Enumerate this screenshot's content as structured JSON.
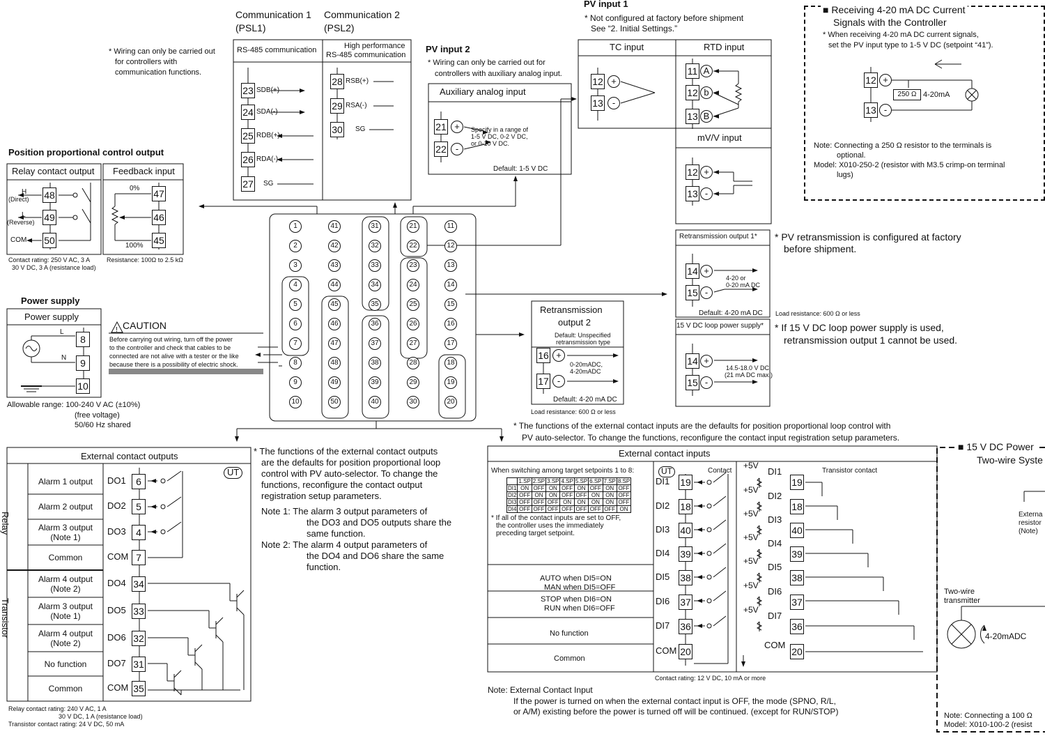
{
  "comm1": {
    "title": "Communication 1",
    "sub": "(PSL1)",
    "box_label": "RS-485 communication",
    "terms": [
      {
        "no": "23",
        "label": "SDB(+)"
      },
      {
        "no": "24",
        "label": "SDA(-)"
      },
      {
        "no": "25",
        "label": "RDB(+)"
      },
      {
        "no": "26",
        "label": "RDA(-)"
      },
      {
        "no": "27",
        "label": "SG"
      }
    ]
  },
  "comm2": {
    "title": "Communication 2",
    "sub": "(PSL2)",
    "box_label1": "High performance",
    "box_label2": "RS-485 communication",
    "terms": [
      {
        "no": "28",
        "label": "RSB(+)"
      },
      {
        "no": "29",
        "label": "RSA(-)"
      },
      {
        "no": "30",
        "label": "SG"
      }
    ]
  },
  "comm_note": [
    "* Wiring can only be carried out",
    "for controllers with",
    "communication functions."
  ],
  "pv2": {
    "title": "PV input 2",
    "note": [
      "* Wiring can only be carried out for",
      "controllers with auxiliary analog input."
    ],
    "box_title": "Auxiliary analog input",
    "spec": [
      "Specify in a range of",
      "1-5 V DC, 0-2 V DC,",
      "or 0-10 V DC."
    ],
    "default": "Default: 1-5 V DC",
    "terms": [
      "21",
      "22"
    ]
  },
  "pv1": {
    "title": "PV input 1",
    "note": [
      "* Not configured at factory before shipment",
      "See “2.  Initial Settings.”"
    ],
    "tc": "TC input",
    "rtd": "RTD input",
    "mv": "mV/V input",
    "tc_terms": [
      "12",
      "13"
    ],
    "rtd_terms": [
      "11",
      "12",
      "13"
    ],
    "rtd_letters": [
      "A",
      "b",
      "B"
    ],
    "mv_terms": [
      "12",
      "13"
    ]
  },
  "recv": {
    "title1": "■ Receiving 4-20 mA DC Current",
    "title2": "Signals with the Controller",
    "note1": "* When receiving 4-20 mA DC current signals,",
    "note2": "set the PV input type to 1-5 V DC (setpoint “41”).",
    "resistor": "250 Ω",
    "current": "4-20mA",
    "terms": [
      "12",
      "13"
    ],
    "n1": "Note: Connecting a 250 Ω resistor to the terminals is",
    "n2": "optional.",
    "n3": "Model: X010-250-2 (resistor with M3.5 crimp-on terminal",
    "n4": "lugs)"
  },
  "position": {
    "title": "Position proportional control output",
    "relay": "Relay contact output",
    "feedback": "Feedback input",
    "h": "H",
    "direct": "(Direct)",
    "l": "L",
    "reverse": "(Reverse)",
    "com": "COM",
    "relay_terms": [
      "48",
      "49",
      "50"
    ],
    "fb_terms": [
      "47",
      "46",
      "45"
    ],
    "pct0": "0%",
    "pct100": "100%",
    "rating1": "Contact rating: 250 V AC, 3 A",
    "rating2": "30 V DC, 3 A (resistance load)",
    "resistance": "Resistance: 100Ω to 2.5 kΩ"
  },
  "power": {
    "title": "Power supply",
    "box": "Power supply",
    "l": "L",
    "n": "N",
    "terms": [
      "8",
      "9",
      "10"
    ],
    "range1": "Allowable range: 100-240 V AC (±10%)",
    "range2": "(free voltage)",
    "range3": "50/60 Hz shared"
  },
  "caution": {
    "title": "CAUTION",
    "lines": [
      "Before carrying out wiring, turn off the power",
      "to the controller and check that cables to be",
      "connected are not alive with a tester or the like",
      "because there is a possibility of electric shock."
    ]
  },
  "terminal_block": {
    "columns": [
      [
        "1",
        "2",
        "3",
        "4",
        "5",
        "6",
        "7",
        "8",
        "9",
        "10"
      ],
      [
        "41",
        "42",
        "43",
        "44",
        "45",
        "46",
        "47",
        "48",
        "49",
        "50"
      ],
      [
        "31",
        "32",
        "33",
        "34",
        "35",
        "36",
        "37",
        "38",
        "39",
        "40"
      ],
      [
        "21",
        "22",
        "23",
        "24",
        "25",
        "26",
        "27",
        "28",
        "29",
        "30"
      ],
      [
        "11",
        "12",
        "13",
        "14",
        "15",
        "16",
        "17",
        "18",
        "19",
        "20"
      ]
    ]
  },
  "retx1": {
    "title": "Retransmission output 1*",
    "terms": [
      "14",
      "15"
    ],
    "range1": "4-20 or",
    "range2": "0-20 mA DC",
    "default": "Default: 4-20 mA DC",
    "load": "Load resistance: 600 Ω or less",
    "note1": "* PV retransmission is configured at factory",
    "note2": "before shipment."
  },
  "loop": {
    "title": "15 V DC loop power supply*",
    "terms": [
      "14",
      "15"
    ],
    "v1": "14.5-18.0 V DC",
    "v2": "(21 mA DC max.)",
    "note1": "* If 15 V DC loop power supply is used,",
    "note2": "retransmission output 1 cannot be used."
  },
  "retx2": {
    "title1": "Retransmission",
    "title2": "output 2",
    "d1": "Default: Unspecified",
    "d2": "retransmission type",
    "terms": [
      "16",
      "17"
    ],
    "r1": "0-20mADC,",
    "r2": "4-20mADC",
    "default": "Default: 4-20 mA DC",
    "load": "Load resistance: 600 Ω or less"
  },
  "ext_out": {
    "title": "External contact outputs",
    "relay": "Relay",
    "transistor": "Transistor",
    "ut": "UT",
    "rows": [
      {
        "label": [
          "Alarm 1 output"
        ],
        "do": "DO1",
        "term": "6"
      },
      {
        "label": [
          "Alarm 2 output"
        ],
        "do": "DO2",
        "term": "5"
      },
      {
        "label": [
          "Alarm 3 output",
          "(Note 1)"
        ],
        "do": "DO3",
        "term": "4"
      },
      {
        "label": [
          "Common"
        ],
        "do": "COM",
        "term": "7"
      },
      {
        "label": [
          "Alarm 4 output",
          "(Note 2)"
        ],
        "do": "DO4",
        "term": "34"
      },
      {
        "label": [
          "Alarm 3 output",
          "(Note 1)"
        ],
        "do": "DO5",
        "term": "33"
      },
      {
        "label": [
          "Alarm 4 output",
          "(Note 2)"
        ],
        "do": "DO6",
        "term": "32"
      },
      {
        "label": [
          "No function"
        ],
        "do": "DO7",
        "term": "31"
      },
      {
        "label": [
          "Common"
        ],
        "do": "COM",
        "term": "35"
      }
    ],
    "rating1": "Relay contact rating: 240 V AC, 1 A",
    "rating2": "30 V DC, 1 A (resistance load)",
    "rating3": "Transistor contact rating: 24 V DC, 50 mA"
  },
  "out_note": {
    "lines": [
      "* The functions of the external contact outputs",
      "are the defaults for position proportional loop",
      "control with PV auto-selector. To change the",
      "functions, reconfigure the contact output",
      "registration setup parameters."
    ],
    "n1a": "Note 1: The alarm 3 output parameters of",
    "n1b": "the DO3 and DO5 outputs share the",
    "n1c": "same function.",
    "n2a": "Note 2: The alarm 4 output parameters of",
    "n2b": "the DO4 and DO6 share the same",
    "n2c": "function."
  },
  "in_note": [
    "* The functions of the external contact inputs are the defaults for position proportional loop control with",
    "PV auto-selector. To change the functions, reconfigure the contact input registration setup parameters."
  ],
  "ext_in": {
    "title": "External contact inputs",
    "switch": "When switching among target setpoints 1 to 8:",
    "ut": "UT",
    "contact": "Contact",
    "transistor": "Transistor contact",
    "table_head": [
      "",
      "1.SP",
      "2.SP",
      "3.SP",
      "4.SP",
      "5.SP",
      "6.SP",
      "7.SP",
      "8.SP"
    ],
    "table_rows": [
      [
        "DI1",
        "ON",
        "OFF",
        "ON",
        "OFF",
        "ON",
        "OFF",
        "ON",
        "OFF"
      ],
      [
        "DI2",
        "OFF",
        "ON",
        "ON",
        "OFF",
        "OFF",
        "ON",
        "ON",
        "OFF"
      ],
      [
        "DI3",
        "OFF",
        "OFF",
        "OFF",
        "ON",
        "ON",
        "ON",
        "ON",
        "OFF"
      ],
      [
        "DI4",
        "OFF",
        "OFF",
        "OFF",
        "OFF",
        "OFF",
        "OFF",
        "OFF",
        "ON"
      ]
    ],
    "off_note": [
      "* If all of the contact inputs are set to OFF,",
      "the controller uses the immediately",
      "preceding target setpoint."
    ],
    "auto1": "AUTO when DI5=ON",
    "auto2": "MAN when DI5=OFF",
    "stop1": "STOP when DI6=ON",
    "stop2": "RUN when DI6=OFF",
    "nofunc": "No function",
    "common": "Common",
    "dis": [
      {
        "di": "DI1",
        "term": "19"
      },
      {
        "di": "DI2",
        "term": "18"
      },
      {
        "di": "DI3",
        "term": "40"
      },
      {
        "di": "DI4",
        "term": "39"
      },
      {
        "di": "DI5",
        "term": "38"
      },
      {
        "di": "DI6",
        "term": "37"
      },
      {
        "di": "DI7",
        "term": "36"
      },
      {
        "di": "COM",
        "term": "20"
      }
    ],
    "plus5v": "+5V",
    "rating": "Contact rating: 12 V DC, 10 mA or more",
    "note_title": "Note:  External Contact Input",
    "note_lines": [
      "If the power is turned on when the external contact input is OFF, the mode (SPNO, R/L,",
      "or A/M) existing before the power is turned off will be continued. (except for RUN/STOP)"
    ]
  },
  "two_wire": {
    "title1": "■ 15 V DC Power",
    "title2": "Two-wire Syste",
    "ext1": "Externa",
    "ext2": "resistor",
    "ext3": "(Note)",
    "tx1": "Two-wire",
    "tx2": "transmitter",
    "current": "4-20mADC",
    "n1": "Note: Connecting a 100 Ω",
    "n2": "Model: X010-100-2 (resist"
  }
}
